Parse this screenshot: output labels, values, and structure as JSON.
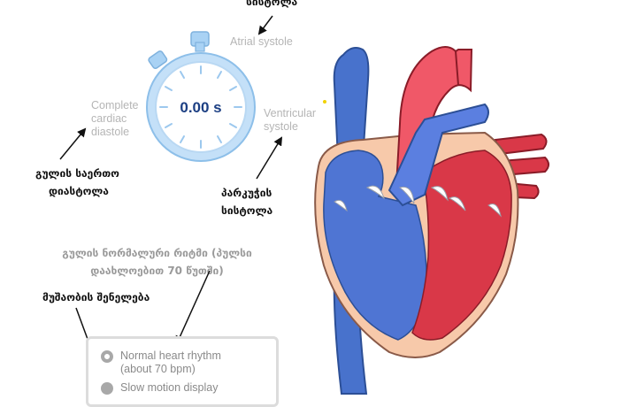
{
  "stopwatch": {
    "time": "0.00 s"
  },
  "phases": {
    "atrial": "Atrial systole",
    "ventricular": [
      "Ventricular",
      "systole"
    ],
    "diastole": [
      "Complete",
      "cardiac",
      "diastole"
    ]
  },
  "annotations": {
    "atrial_ka": "სისტოლა",
    "diastole_ka": [
      "გულის საერთო",
      "დიასტოლა"
    ],
    "ventricular_ka": [
      "პარკუჭის",
      "სისტოლა"
    ],
    "normal_rhythm_ka": [
      "გულის ნორმალური რიტმი (პულსი",
      "დაახლოებით 70 წუთში)"
    ],
    "slow_motion_ka": "მუშაობის შენელება"
  },
  "controls": {
    "options": [
      {
        "label": [
          "Normal heart rhythm",
          "(about 70 bpm)"
        ],
        "selected": false
      },
      {
        "label": [
          "Slow motion display"
        ],
        "selected": true
      }
    ]
  },
  "colors": {
    "deoxygenated": "#4f75d3",
    "oxygenated": "#d93848",
    "vein_dark": "#3a63b8",
    "aorta": "#f05868",
    "muscle": "#f7c9aa",
    "stopwatch_ring": "#9fcaf0",
    "stopwatch_text": "#1c3f83"
  }
}
